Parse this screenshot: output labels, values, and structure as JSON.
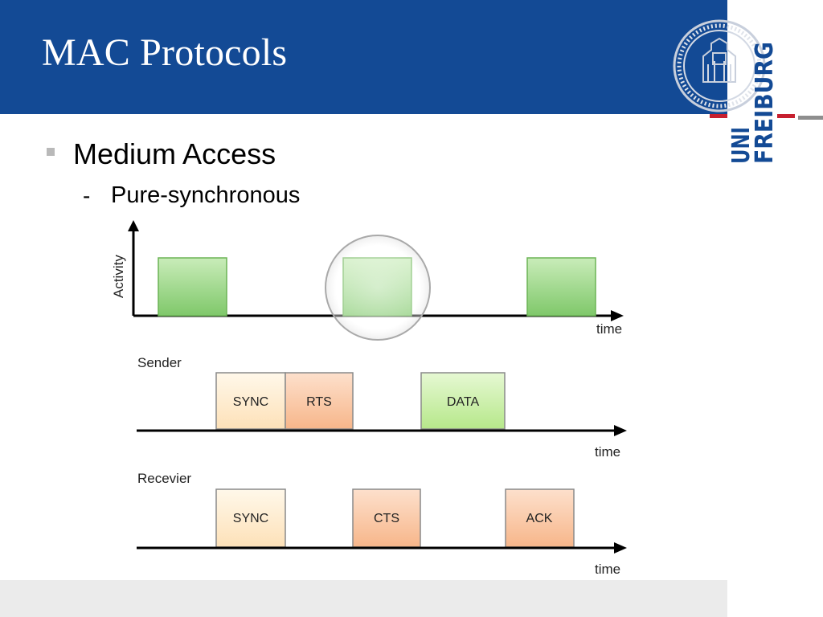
{
  "slide": {
    "title": "MAC Protocols",
    "bullet": "Medium Access",
    "sub_bullet": "Pure-synchronous",
    "sub_marker": "-"
  },
  "logo": {
    "line1": "UNI",
    "line2": "FREIBURG"
  },
  "colors": {
    "header": "#134a95",
    "logo_blue": "#134a95",
    "logo_red": "#c7202f",
    "activity_green": "#8dd07a",
    "sync_fill": "#fde7c4",
    "rts_cts_ack_fill": "#f9be96",
    "data_fill": "#c5eea0",
    "footer": "#ebebeb"
  },
  "diagram": {
    "activity": {
      "ylabel": "Activity",
      "xlabel": "time",
      "highlighted_period": 2,
      "active_periods": 3
    },
    "sender": {
      "label": "Sender",
      "xlabel": "time",
      "boxes": [
        {
          "label": "SYNC",
          "fill": "#fde7c4"
        },
        {
          "label": "RTS",
          "fill": "#f9be96"
        },
        {
          "label": "DATA",
          "fill": "#c5eea0"
        }
      ]
    },
    "receiver": {
      "label": "Recevier",
      "xlabel": "time",
      "boxes": [
        {
          "label": "SYNC",
          "fill": "#fde7c4"
        },
        {
          "label": "CTS",
          "fill": "#f9be96"
        },
        {
          "label": "ACK",
          "fill": "#f9be96"
        }
      ]
    }
  }
}
